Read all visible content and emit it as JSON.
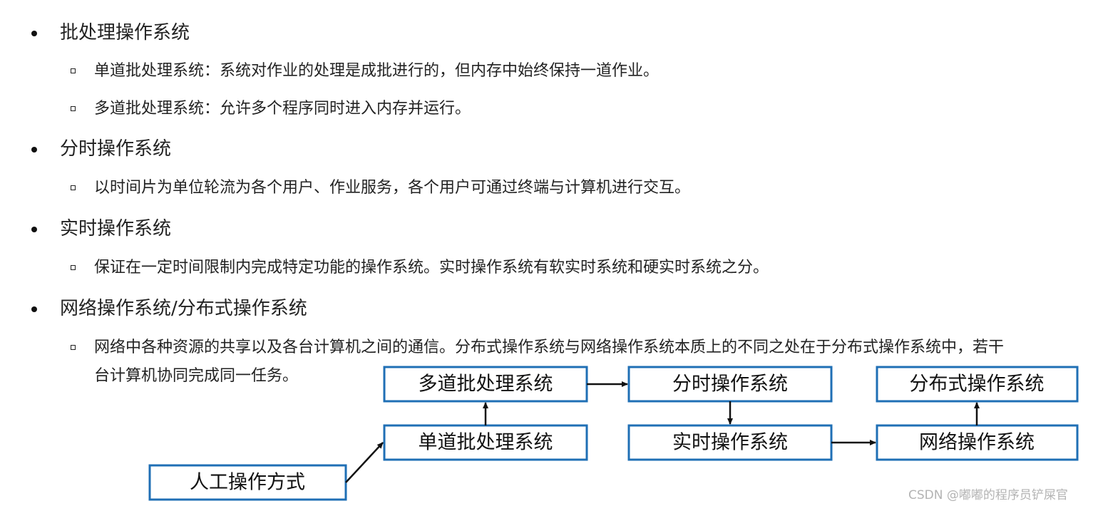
{
  "sections": [
    {
      "heading": "批处理操作系统",
      "items": [
        "单道批处理系统：系统对作业的处理是成批进行的，但内存中始终保持一道作业。",
        "多道批处理系统：允许多个程序同时进入内存并运行。"
      ]
    },
    {
      "heading": "分时操作系统",
      "items": [
        "以时间片为单位轮流为各个用户、作业服务，各个用户可通过终端与计算机进行交互。"
      ]
    },
    {
      "heading": "实时操作系统",
      "items": [
        "保证在一定时间限制内完成特定功能的操作系统。实时操作系统有软实时系统和硬实时系统之分。"
      ]
    },
    {
      "heading": "网络操作系统/分布式操作系统",
      "items": [
        "网络中各种资源的共享以及各台计算机之间的通信。分布式操作系统与网络操作系统本质上的不同之处在于分布式操作系统中，若干",
        "台计算机协同完成同一任务。"
      ]
    }
  ],
  "diagram": {
    "nodes": {
      "manual": "人工操作方式",
      "single_batch": "单道批处理系统",
      "multi_batch": "多道批处理系统",
      "time_sharing": "分时操作系统",
      "real_time": "实时操作系统",
      "network": "网络操作系统",
      "distributed": "分布式操作系统"
    },
    "box_border_color": "#1f6fb5"
  },
  "watermark": "CSDN @嘟嘟的程序员铲屎官"
}
